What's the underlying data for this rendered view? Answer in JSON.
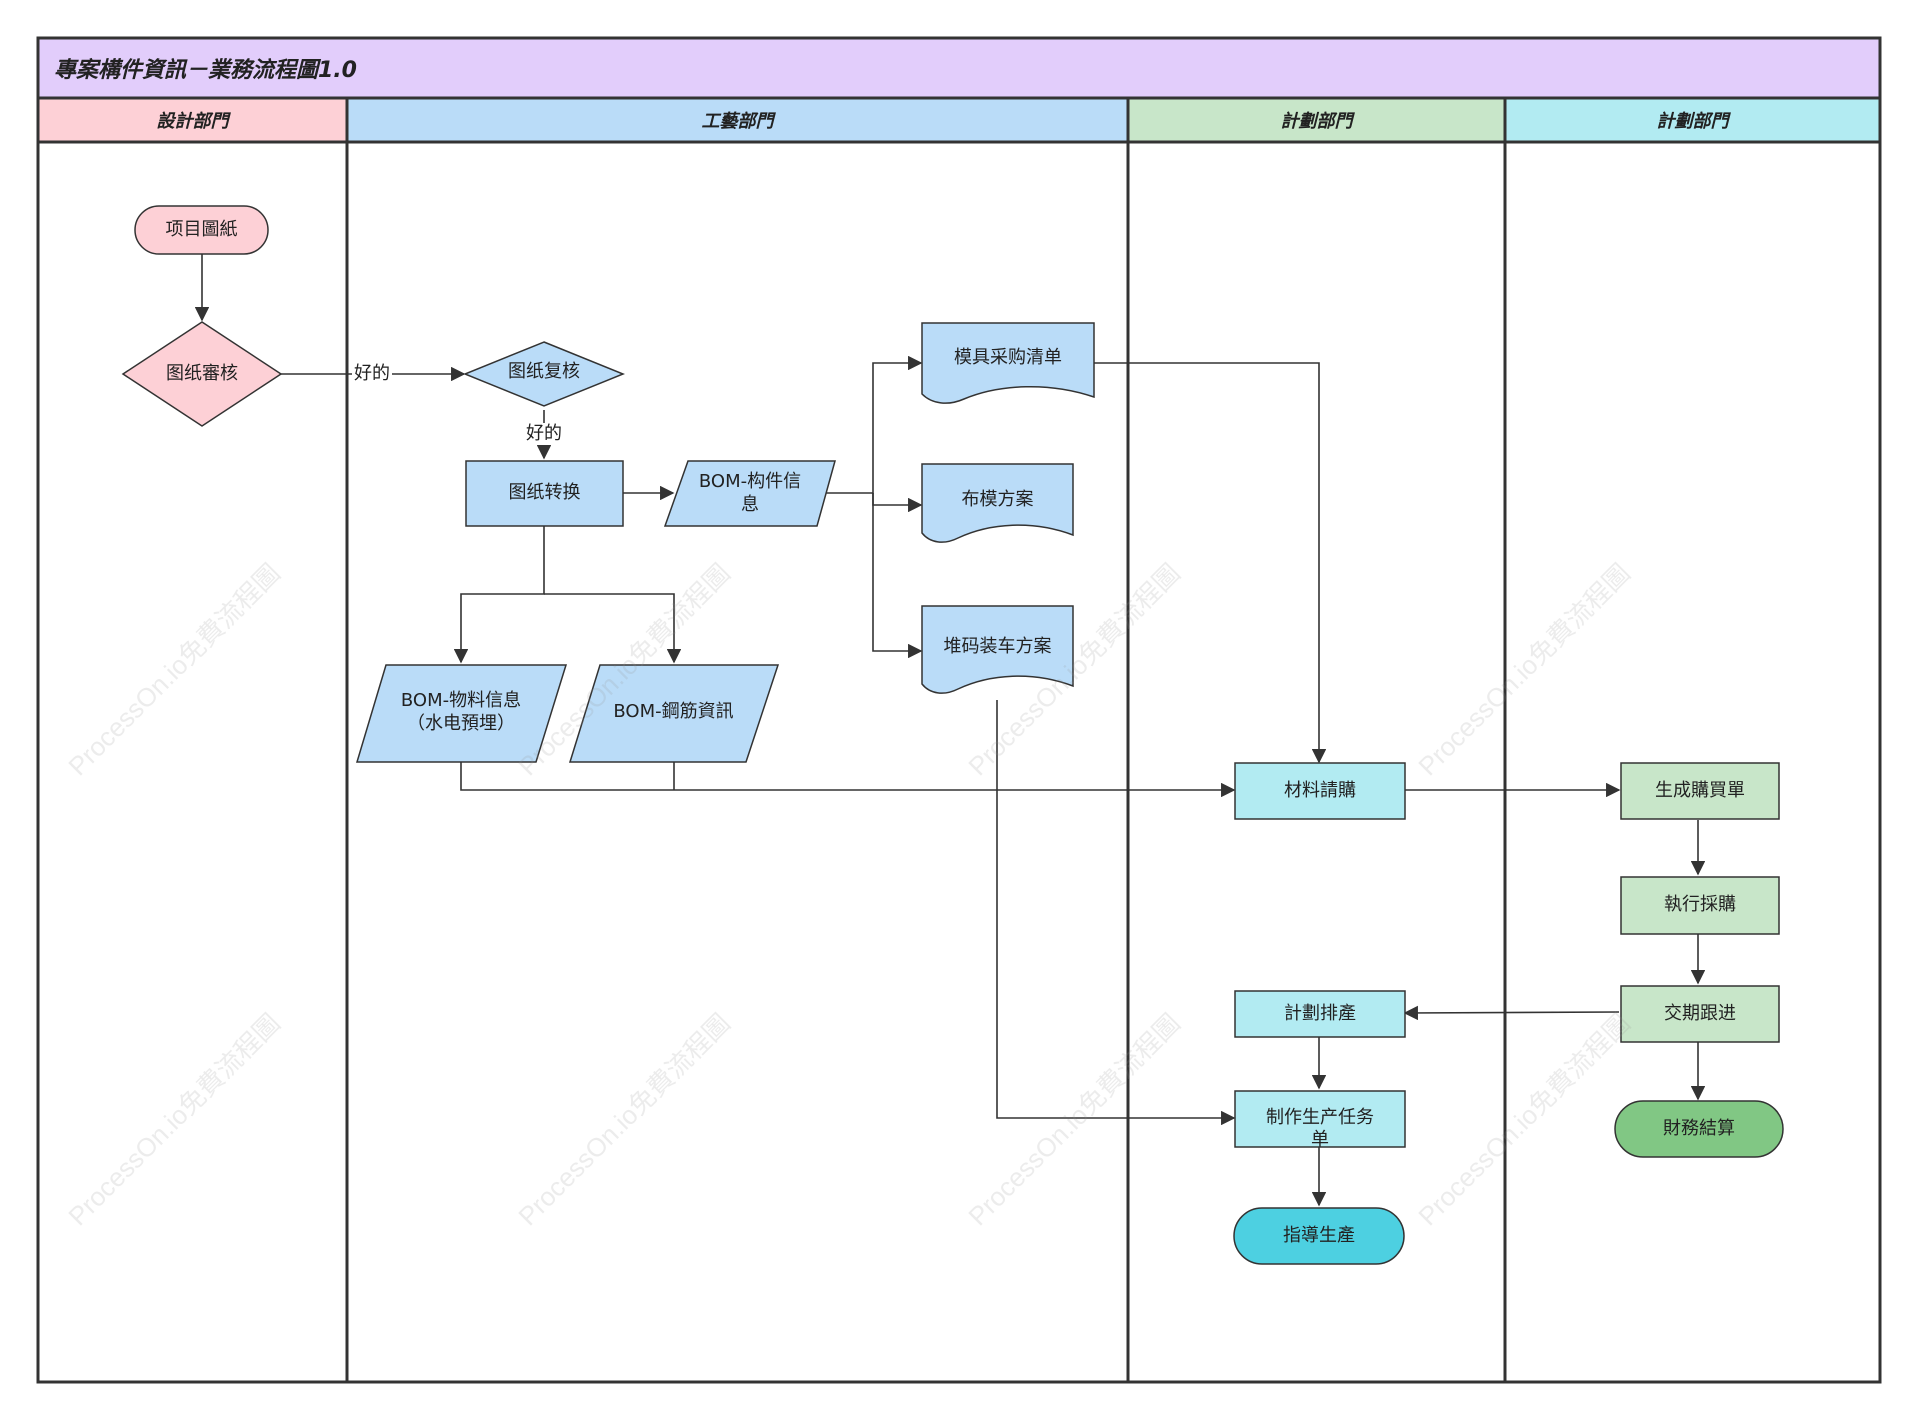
{
  "pool": {
    "title": "專案構件資訊－業務流程圖1.0"
  },
  "lanes": [
    {
      "name": "設計部門"
    },
    {
      "name": "工藝部門"
    },
    {
      "name": "計劃部門"
    },
    {
      "name": "計劃部門"
    }
  ],
  "nodes": {
    "project_drawing": {
      "label": "项目圖紙"
    },
    "drawing_review": {
      "label": "图纸審核"
    },
    "drawing_recheck": {
      "label": "图纸复核"
    },
    "drawing_convert": {
      "label": "图纸转换"
    },
    "bom_component": {
      "label": "BOM-构件信\n息"
    },
    "bom_material": {
      "label": "BOM-物料信息\n（水电預埋）"
    },
    "bom_rebar": {
      "label": "BOM-鋼筋資訊"
    },
    "mold_purchase_list": {
      "label": "模具采购清单"
    },
    "mold_layout_plan": {
      "label": "布模方案"
    },
    "stacking_loading_plan": {
      "label": "堆码装车方案"
    },
    "material_request": {
      "label": "材料請購"
    },
    "production_schedule": {
      "label": "計劃排產"
    },
    "production_task": {
      "label": "制作生产任务\n单"
    },
    "guide_production": {
      "label": "指導生產"
    },
    "generate_po": {
      "label": "生成購買單"
    },
    "execute_purchase": {
      "label": "執行採購"
    },
    "delivery_tracking": {
      "label": "交期跟进"
    },
    "financial_settlement": {
      "label": "財務結算"
    }
  },
  "edge_labels": {
    "review_ok": "好的",
    "recheck_ok": "好的"
  },
  "watermark": "ProcessOn.io免費流程圖",
  "colors": {
    "pool_header": "#e2cdfb",
    "lane_design": "#fdd0d6",
    "lane_craft": "#badcf8",
    "lane_plan1": "#c8e6c9",
    "lane_plan2": "#b2ebf2",
    "pink_node": "#fdd0d6",
    "blue_node": "#badcf8",
    "cyan_node": "#b2ebf2",
    "green_node": "#c8e6c9",
    "guide_terminal": "#4dd0e1",
    "finance_terminal": "#81c784",
    "border": "#333333"
  }
}
